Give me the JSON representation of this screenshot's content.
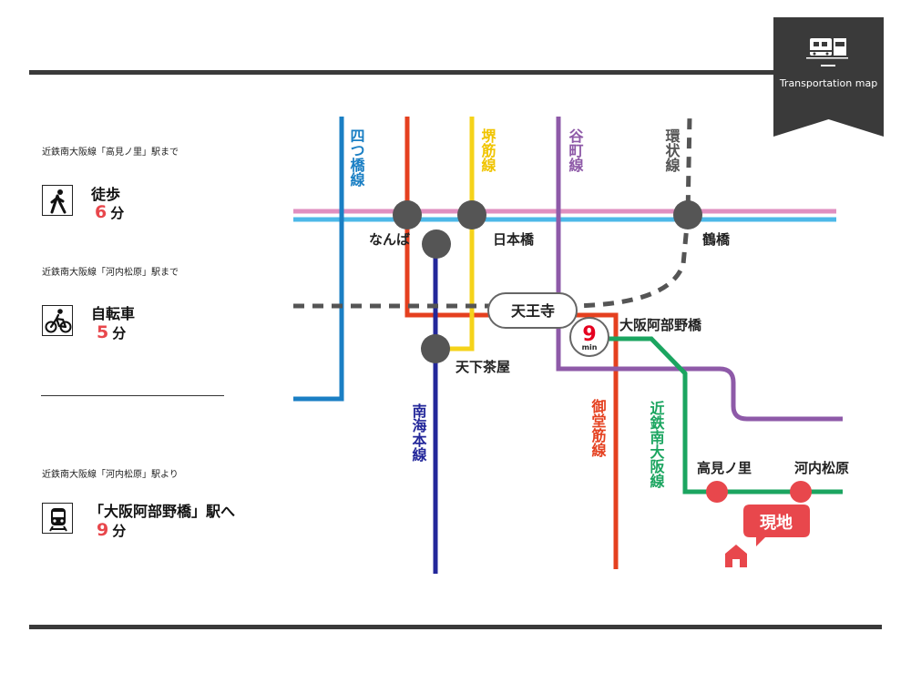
{
  "badge": {
    "title": "Transportation map",
    "icon": "train-icon"
  },
  "access": [
    {
      "caption": "近鉄南大阪線「高見ノ里」駅まで",
      "mode": "徒歩",
      "time": "6",
      "unit": "分",
      "icon": "walking-icon"
    },
    {
      "caption": "近鉄南大阪線「河内松原」駅まで",
      "mode": "自転車",
      "time": "5",
      "unit": "分",
      "icon": "bicycle-icon"
    },
    {
      "caption": "近鉄南大阪線「河内松原」駅より",
      "mode": "「大阪阿部野橋」駅へ",
      "time": "9",
      "unit": "分",
      "icon": "train-icon"
    }
  ],
  "map": {
    "lines": {
      "yotsubashi": "四つ橋線",
      "sakaisuji": "堺筋線",
      "tanimachi": "谷町線",
      "kanjo": "環状線",
      "nankai": "南海本線",
      "midosuji": "御堂筋線",
      "kintetsu": "近鉄南大阪線"
    },
    "stations": {
      "namba": "なんば",
      "nipponbashi": "日本橋",
      "tsuruhashi": "鶴橋",
      "tennoji": "天王寺",
      "abenobashi": "大阪阿部野橋",
      "tengachaya": "天下茶屋",
      "takaminosato": "高見ノ里",
      "kawachimatsubara": "河内松原"
    },
    "travel": {
      "minutes": "9",
      "unit": "min"
    },
    "site_label": "現地",
    "colors": {
      "yotsubashi": "#1a7fc4",
      "midosuji": "#e5401f",
      "sakaisuji": "#f5d31a",
      "tanimachi": "#8e5aa8",
      "kanjo": "#555555",
      "nankai": "#23279a",
      "kintetsu": "#1ba560",
      "pink": "#e08fc0",
      "cyan": "#4db8e8",
      "station": "#555555",
      "stop": "#e8474c"
    }
  }
}
